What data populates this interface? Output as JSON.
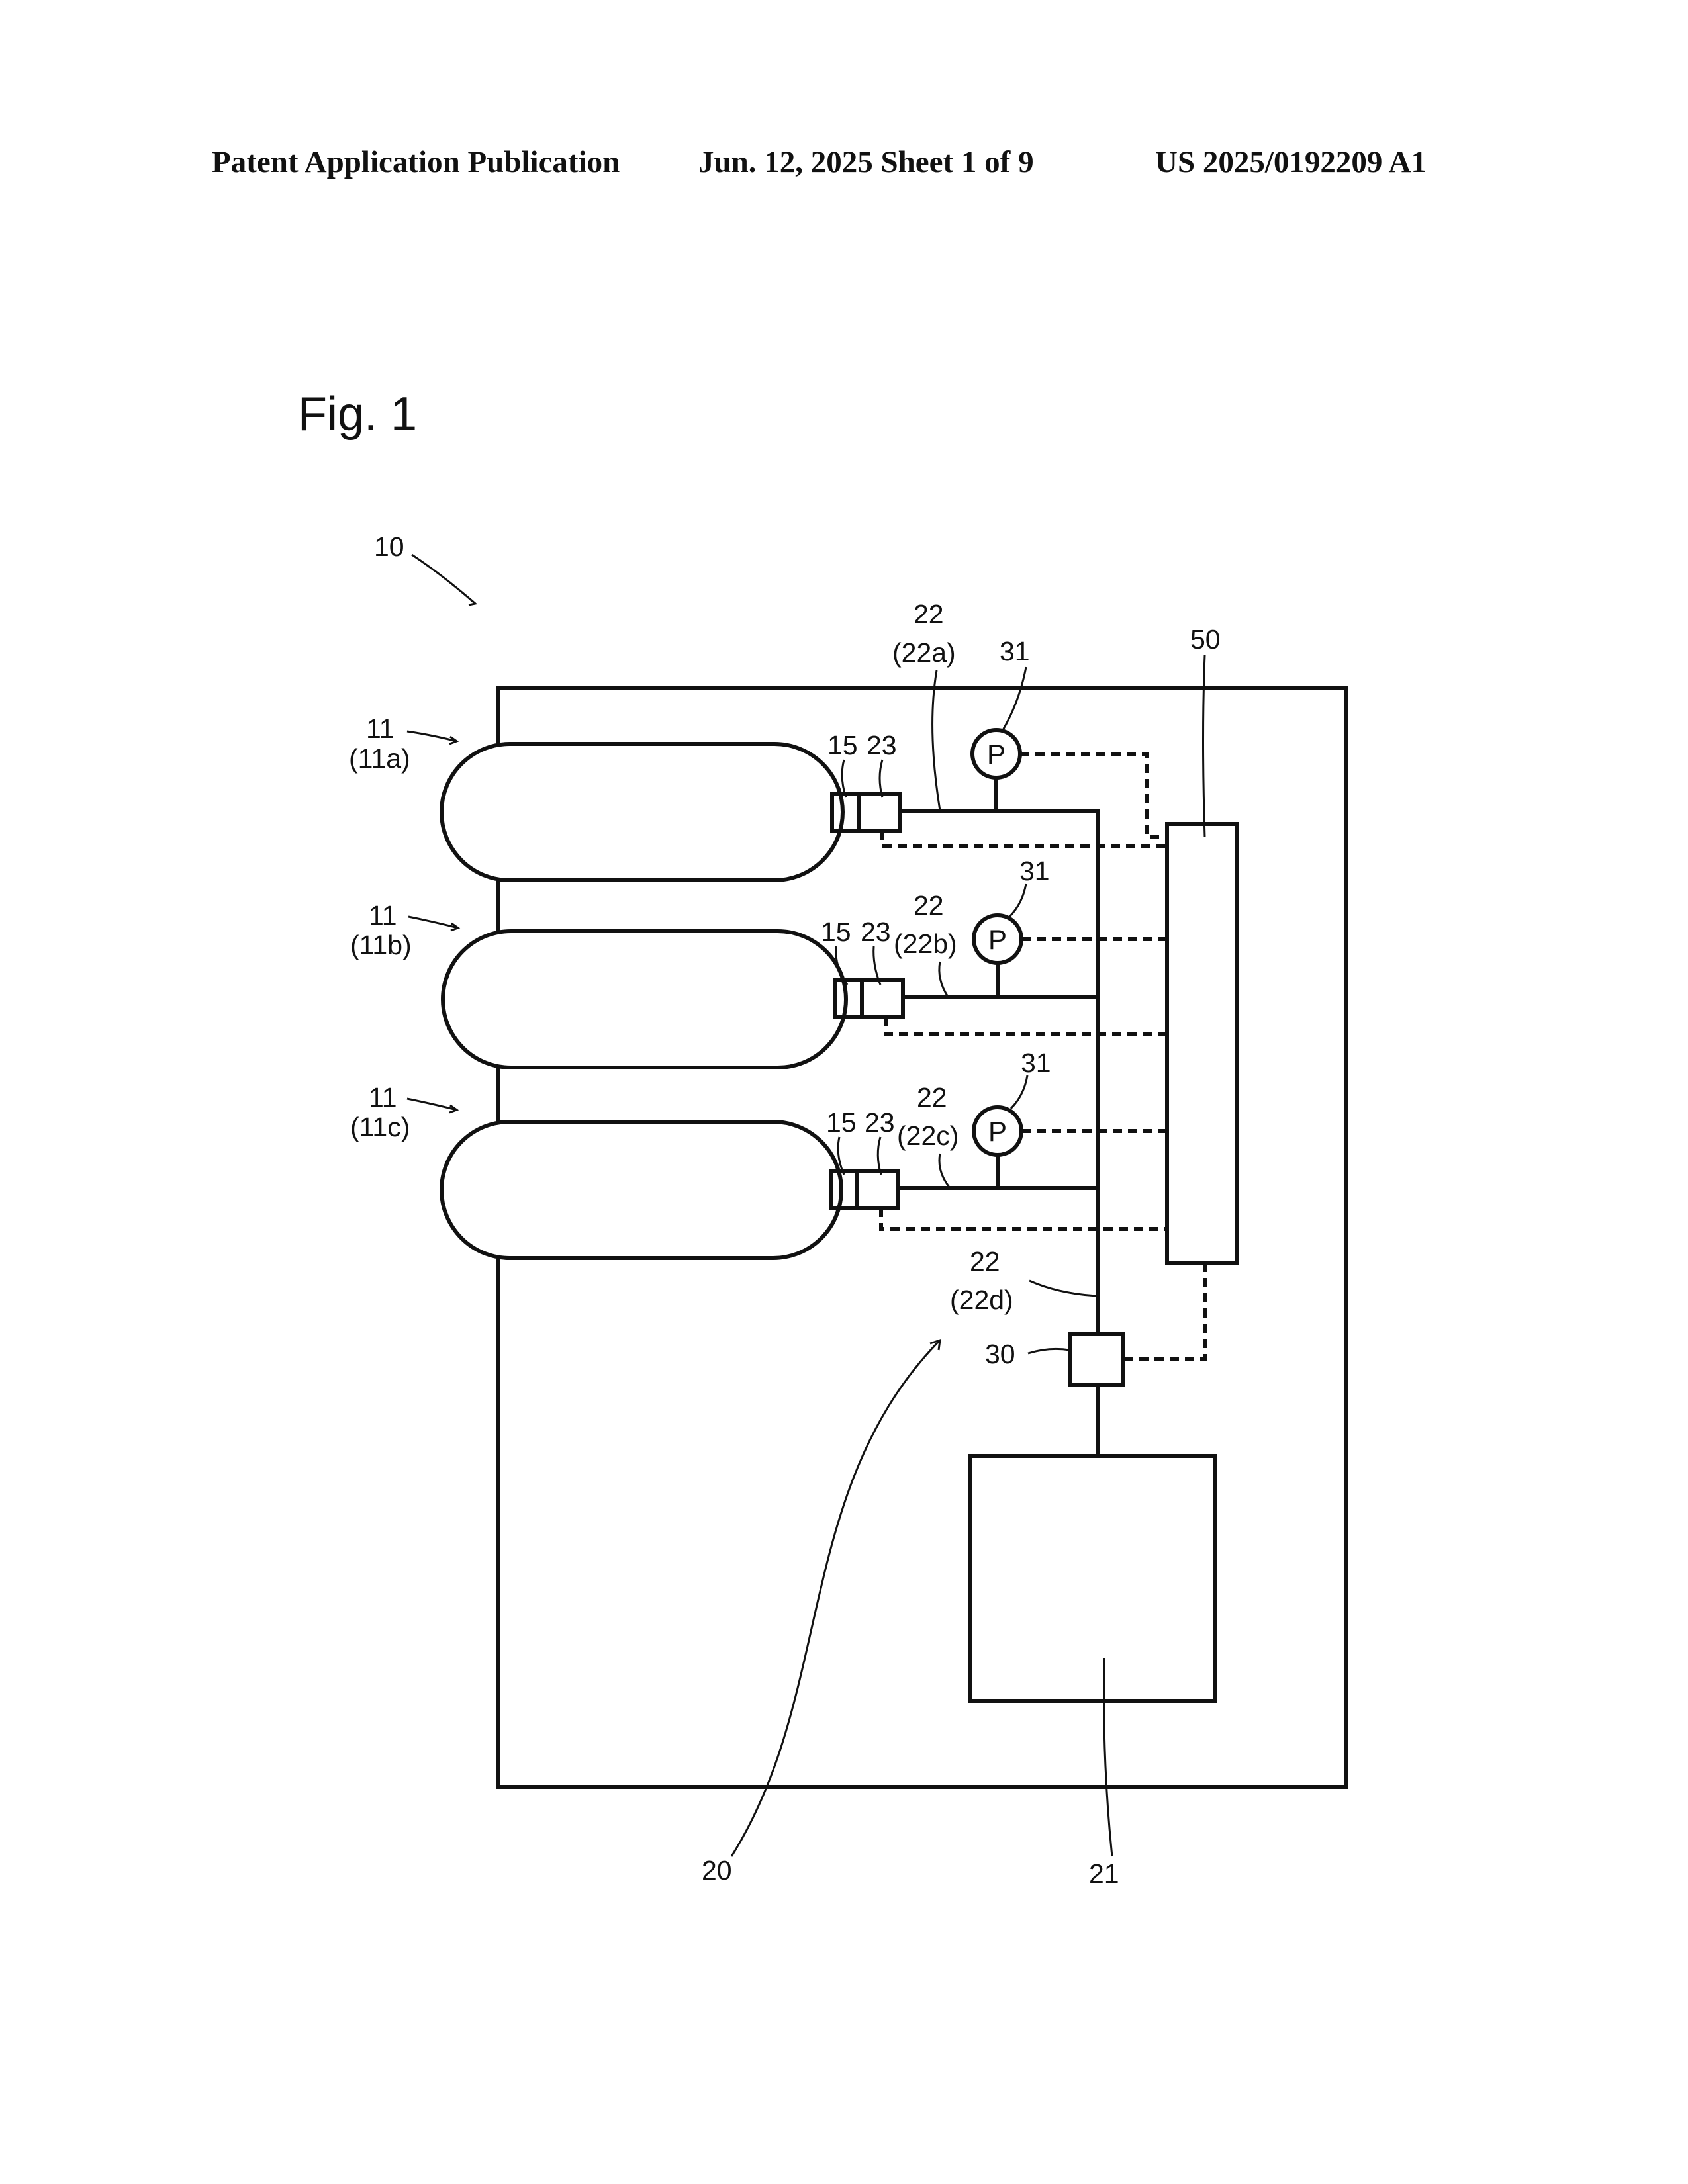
{
  "header": {
    "publication": "Patent Application Publication",
    "date_sheet": "Jun. 12, 2025  Sheet 1 of 9",
    "number": "US 2025/0192209 A1"
  },
  "figure": {
    "label": "Fig. 1",
    "refs": {
      "system": "10",
      "tank": "11",
      "tank_a": "(11a)",
      "tank_b": "(11b)",
      "tank_c": "(11c)",
      "valve": "15",
      "regulator": "23",
      "pipe": "22",
      "pipe_a": "(22a)",
      "pipe_b": "(22b)",
      "pipe_c": "(22c)",
      "pipe_d": "(22d)",
      "pressure_sensor": "31",
      "pressure_symbol": "P",
      "controller": "50",
      "shutoff_valve": "30",
      "supply_system": "20",
      "consumer": "21"
    }
  }
}
